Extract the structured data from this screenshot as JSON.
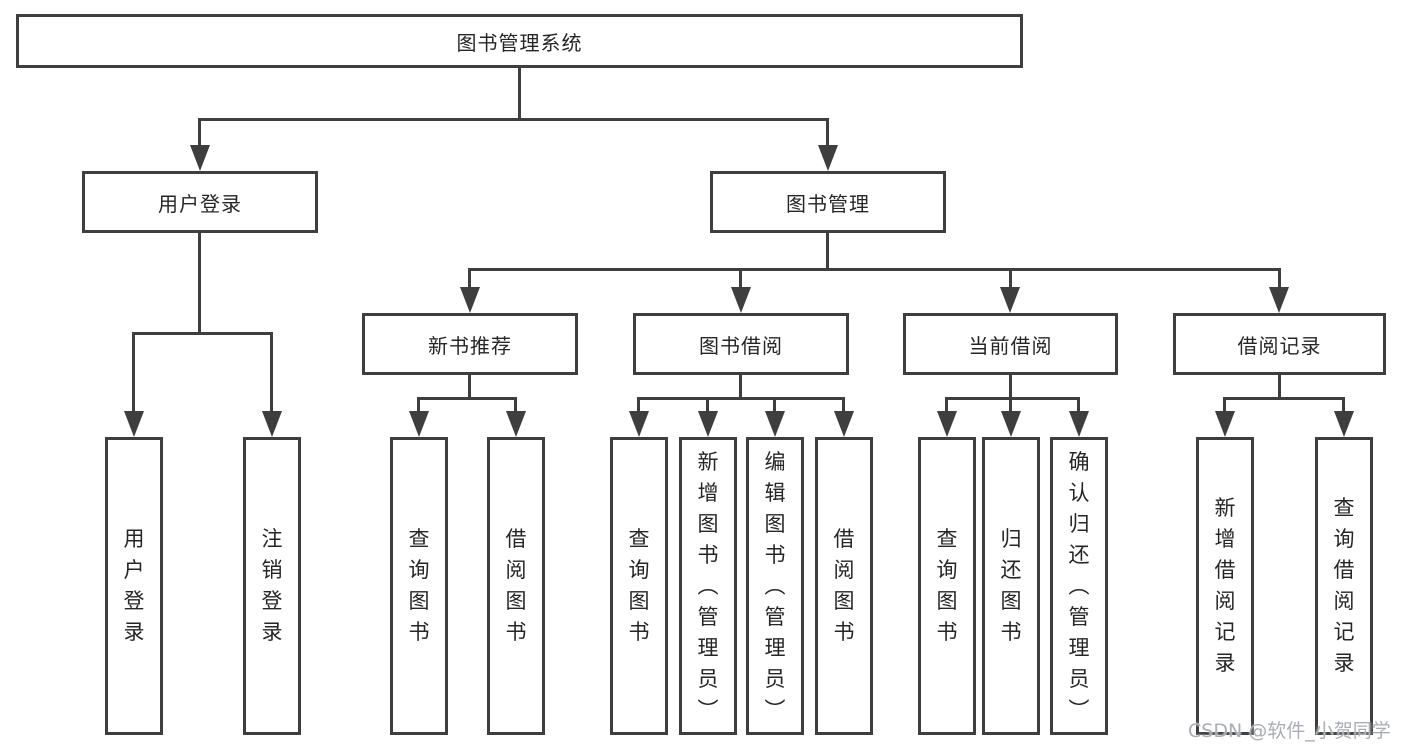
{
  "diagram": {
    "root": {
      "label": "图书管理系统"
    },
    "level2": [
      {
        "label": "用户登录"
      },
      {
        "label": "图书管理"
      }
    ],
    "level3": [
      {
        "label": "新书推荐"
      },
      {
        "label": "图书借阅"
      },
      {
        "label": "当前借阅"
      },
      {
        "label": "借阅记录"
      }
    ],
    "leaves": {
      "user_login": [
        "用户登录",
        "注销登录"
      ],
      "new_book_recommend": [
        "查询图书",
        "借阅图书"
      ],
      "book_borrow": [
        "查询图书",
        "新增图书（管理员）",
        "编辑图书（管理员）",
        "借阅图书"
      ],
      "current_borrow": [
        "查询图书",
        "归还图书",
        "确认归还（管理员）"
      ],
      "borrow_records": [
        "新增借阅记录",
        "查询借阅记录"
      ]
    }
  },
  "watermark": {
    "text": "CSDN @软件_小贺同学"
  },
  "colors": {
    "line": "#3e3e3e",
    "box_border": "#3e3e3e",
    "box_fill": "#ffffff",
    "text": "#262626",
    "watermark": "#a9aeb4",
    "background": "#ffffff"
  }
}
